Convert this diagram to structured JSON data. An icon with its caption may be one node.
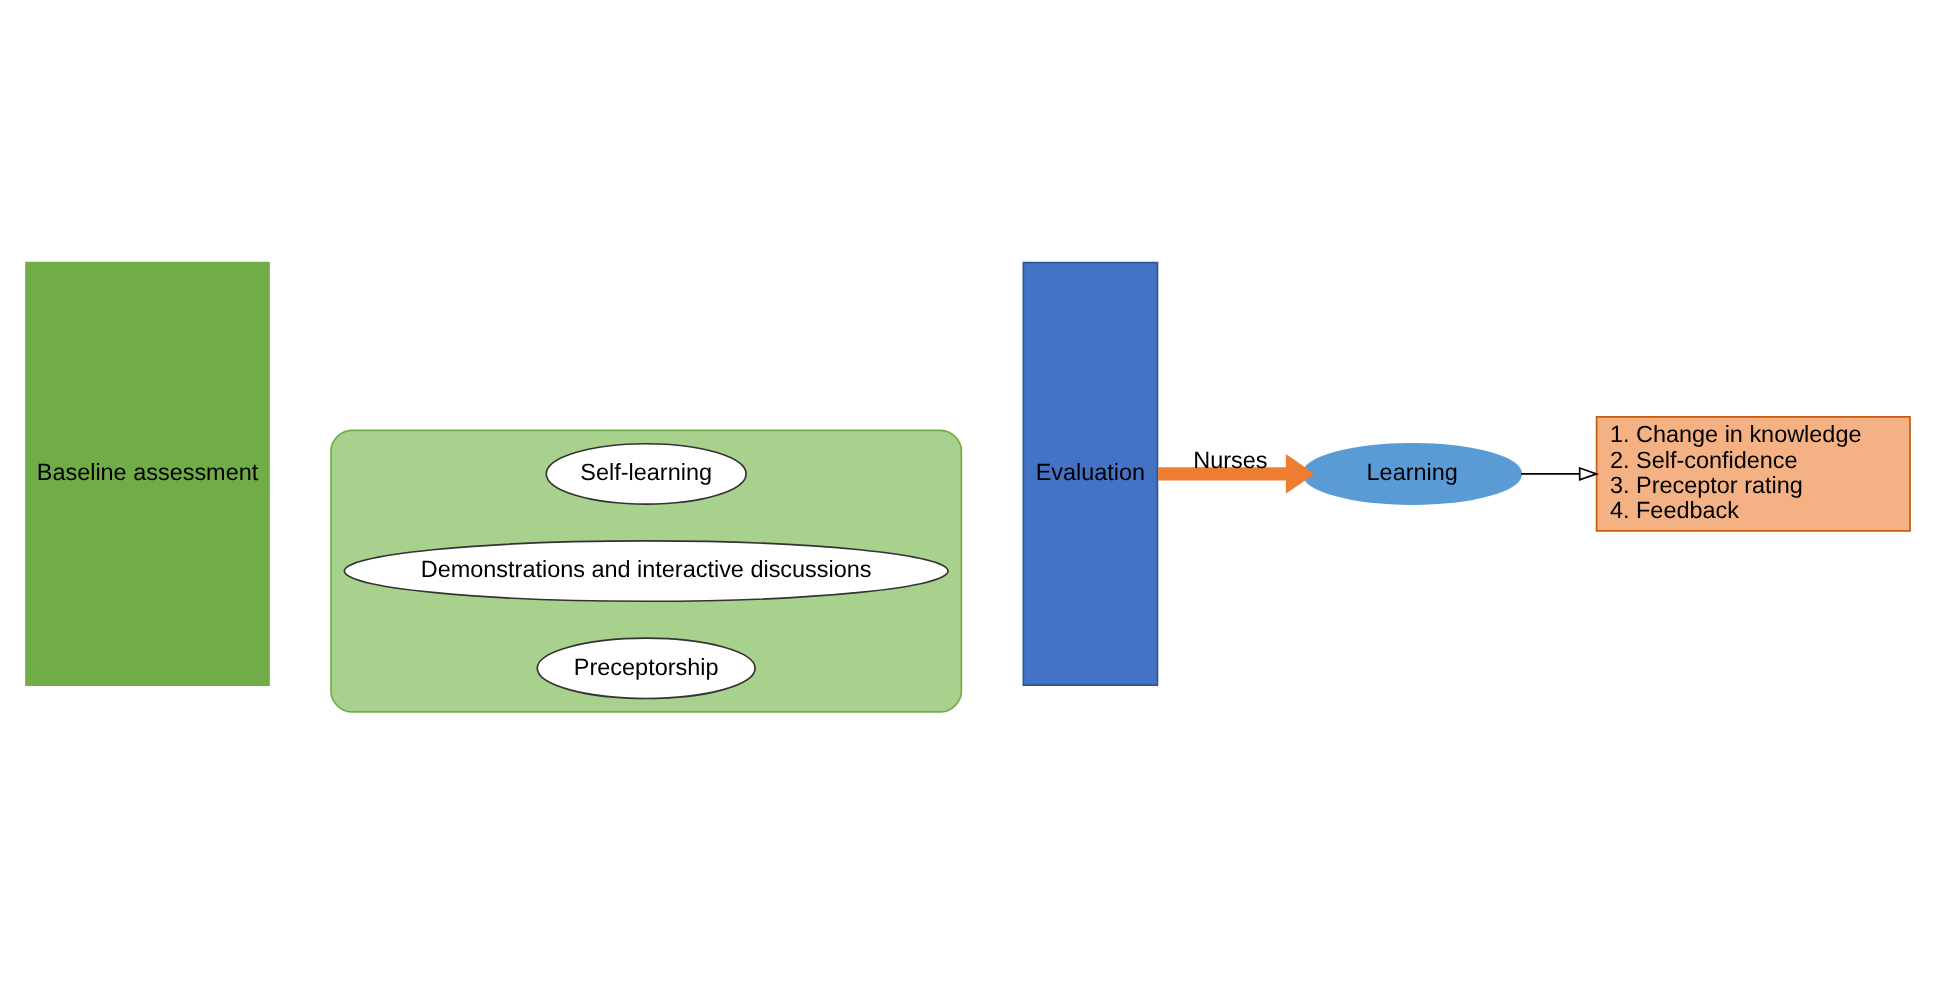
{
  "diagram": {
    "nodes": [
      {
        "text": [
          "Baseline assessment"
        ]
      },
      {
        "text": [],
        "shape": "ellipse"
      },
      {
        "text": [
          "Self-learning"
        ],
        "in": 1
      },
      {
        "text": [
          "Demonstrations and interactive discussions"
        ],
        "in": 1
      },
      {
        "text": [
          "Preceptorship"
        ],
        "in": 1
      },
      {
        "text": [
          "Evaluation"
        ]
      },
      {
        "text": [
          "Learning"
        ]
      },
      {
        "text": [
          "1. Change in knowledge",
          "2. Self-confidence",
          "3. Preceptor rating",
          "4. Feedback"
        ]
      }
    ],
    "edges": [
      {
        "from": 5,
        "to": 6,
        "arrow": "to",
        "label": "Nurses",
        "style": "thick",
        "color": "#ed7d31"
      },
      {
        "from": 6,
        "to": 7,
        "arrow": "to",
        "color": "#000000"
      }
    ]
  }
}
